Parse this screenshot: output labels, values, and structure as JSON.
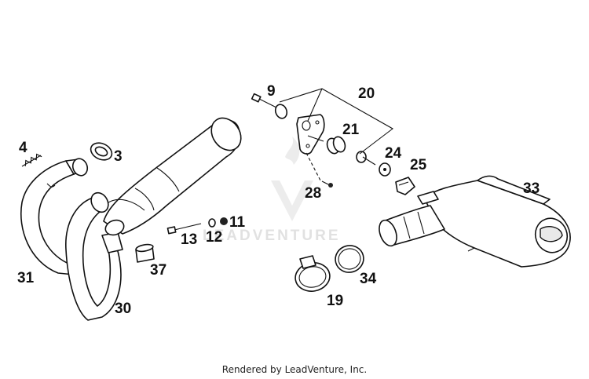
{
  "callouts": {
    "c4": "4",
    "c3": "3",
    "c9": "9",
    "c20": "20",
    "c21": "21",
    "c24": "24",
    "c25": "25",
    "c33": "33",
    "c28": "28",
    "c11": "11",
    "c13": "13",
    "c12": "12",
    "c31": "31",
    "c37": "37",
    "c30": "30",
    "c34": "34",
    "c19": "19"
  },
  "watermark": "LEADVENTURE",
  "footer": "Rendered by LeadVenture, Inc."
}
